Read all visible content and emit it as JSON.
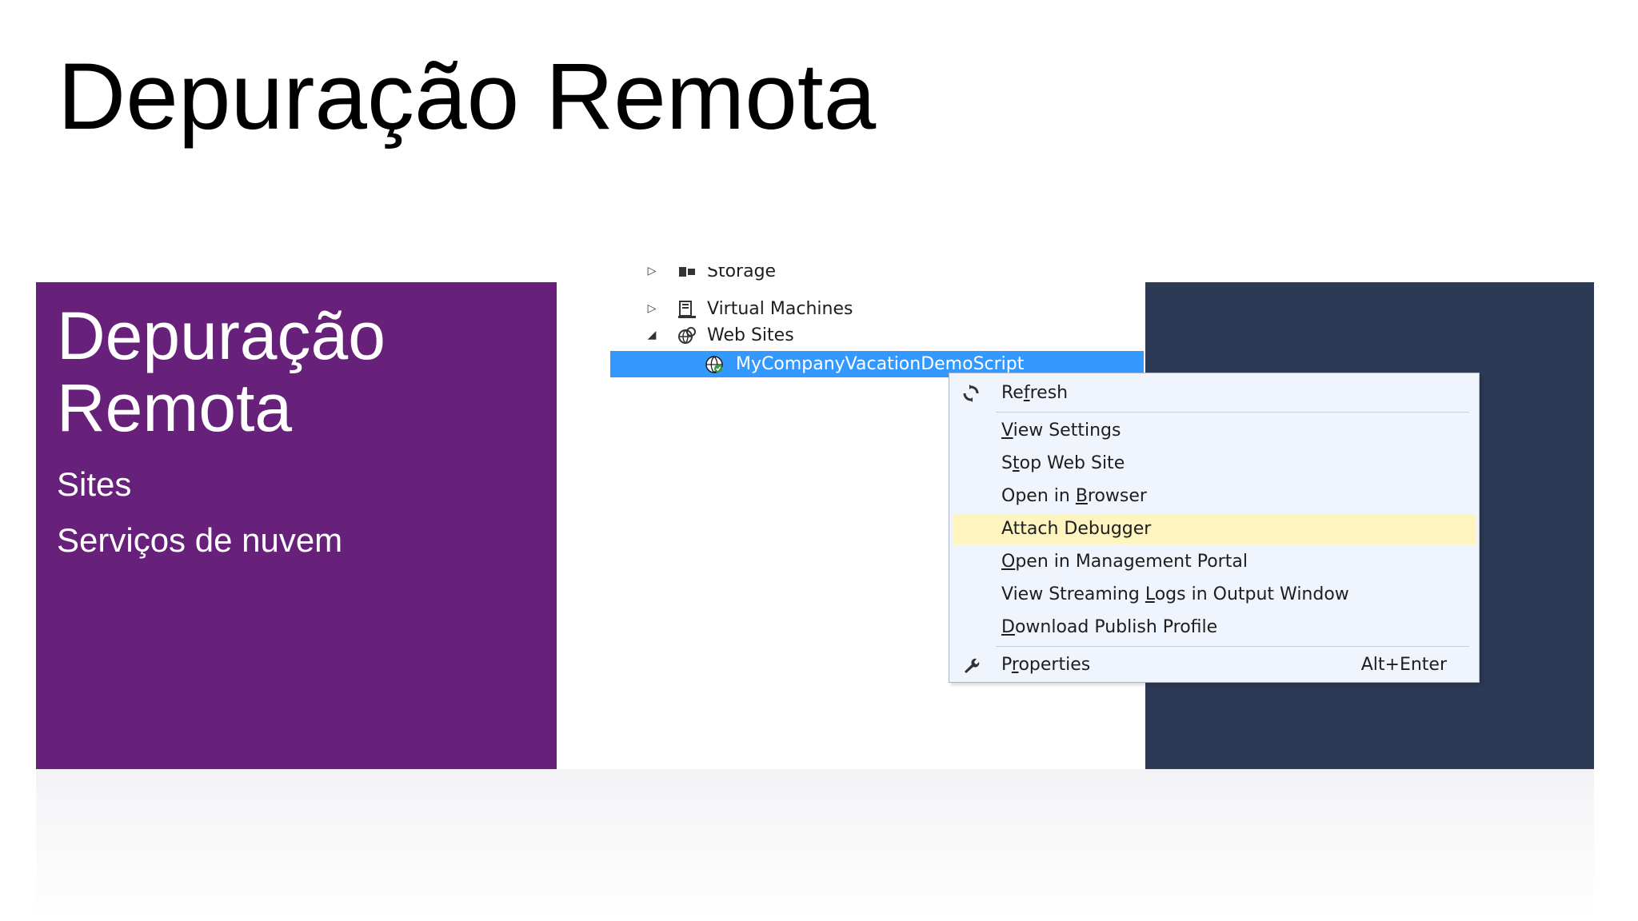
{
  "slide": {
    "title": "Depuração Remota"
  },
  "panel": {
    "heading_line1": "Depuração",
    "heading_line2": "Remota",
    "items": [
      "Sites",
      "Serviços de nuvem"
    ],
    "color": "#68217a"
  },
  "dark_panel": {
    "color": "#2c3a55"
  },
  "explorer": {
    "nodes": [
      {
        "label": "Storage",
        "icon": "storage-icon",
        "expander": "collapsed"
      },
      {
        "label": "Virtual Machines",
        "icon": "virtual-machines-icon",
        "expander": "collapsed"
      },
      {
        "label": "Web Sites",
        "icon": "web-sites-icon",
        "expander": "expanded"
      },
      {
        "label": "MyCompanyVacationDemoScript",
        "icon": "web-site-icon",
        "selected": true
      }
    ],
    "selection_color": "#3399ff"
  },
  "context_menu": {
    "items": [
      {
        "pre": "Re",
        "u": "f",
        "post": "resh",
        "icon": "refresh-icon"
      },
      {
        "pre": "",
        "u": "V",
        "post": "iew Settings"
      },
      {
        "pre": "S",
        "u": "t",
        "post": "op Web Site"
      },
      {
        "pre": "Open in ",
        "u": "B",
        "post": "rowser"
      },
      {
        "pre": "Attach Debugger",
        "u": "",
        "post": "",
        "highlighted": true
      },
      {
        "pre": "",
        "u": "O",
        "post": "pen in Management Portal"
      },
      {
        "pre": "View Streaming ",
        "u": "L",
        "post": "ogs in Output Window"
      },
      {
        "pre": "",
        "u": "D",
        "post": "ownload Publish Profile"
      },
      {
        "pre": "P",
        "u": "r",
        "post": "operties",
        "icon": "wrench-icon",
        "shortcut": "Alt+Enter"
      }
    ],
    "highlight_color": "#fdf4bf"
  }
}
